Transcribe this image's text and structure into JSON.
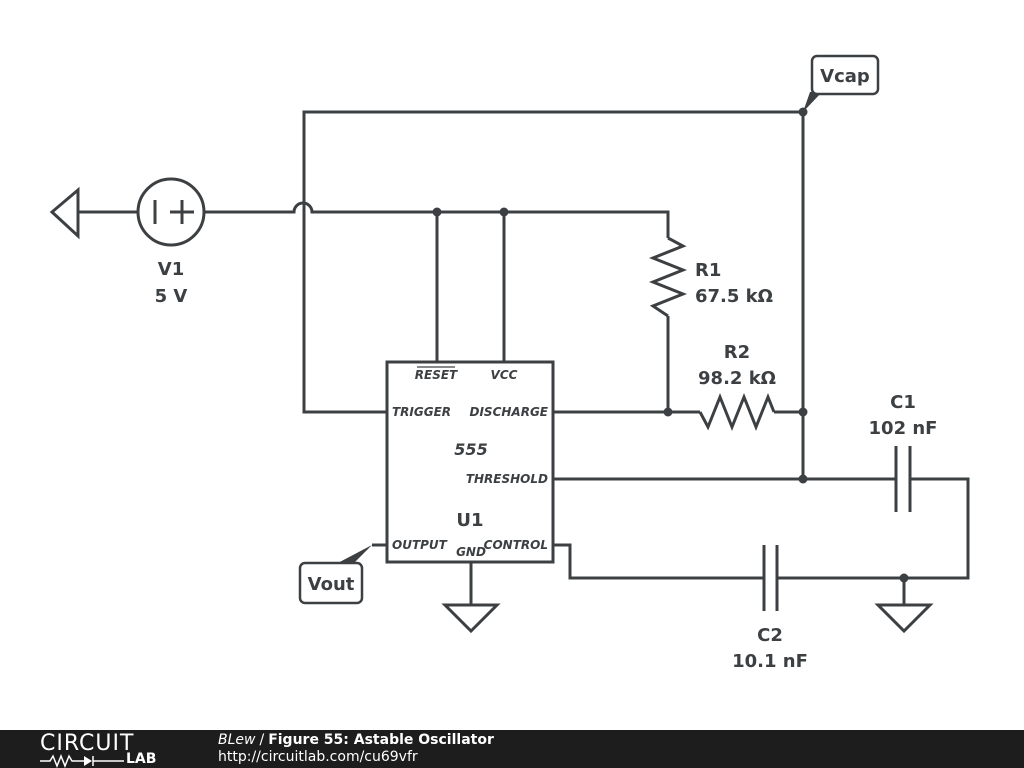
{
  "components": {
    "v1": {
      "name": "V1",
      "value": "5 V"
    },
    "r1": {
      "name": "R1",
      "value": "67.5 kΩ"
    },
    "r2": {
      "name": "R2",
      "value": "98.2 kΩ"
    },
    "c1": {
      "name": "C1",
      "value": "102 nF"
    },
    "c2": {
      "name": "C2",
      "value": "10.1 nF"
    },
    "u1": {
      "name": "U1",
      "part": "555",
      "pins": {
        "reset": "RESET",
        "vcc": "VCC",
        "trigger": "TRIGGER",
        "discharge": "DISCHARGE",
        "threshold": "THRESHOLD",
        "output": "OUTPUT",
        "gnd": "GND",
        "control": "CONTROL"
      }
    }
  },
  "probes": {
    "vcap": "Vcap",
    "vout": "Vout"
  },
  "footer": {
    "logo_top": "CIRCUIT",
    "logo_bottom": "LAB",
    "author": "BLew",
    "separator": "/",
    "title": "Figure 55: Astable Oscillator",
    "url": "http://circuitlab.com/cu69vfr"
  }
}
